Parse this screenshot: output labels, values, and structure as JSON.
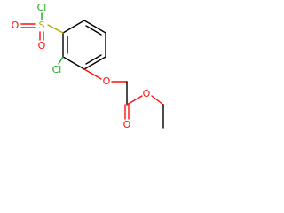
{
  "molecule": {
    "colors": {
      "bond": "#000000",
      "oxygen": "#ff0d0d",
      "chlorine": "#1fa51f",
      "sulfur": "#b8a600"
    },
    "atoms": {
      "cl_sulfonyl": "Cl",
      "s": "S",
      "o_sulfonyl_left": "O",
      "o_sulfonyl_bottom": "O",
      "cl_ring": "Cl",
      "o_ether": "O",
      "o_carbonyl": "O",
      "o_ester": "O"
    }
  }
}
